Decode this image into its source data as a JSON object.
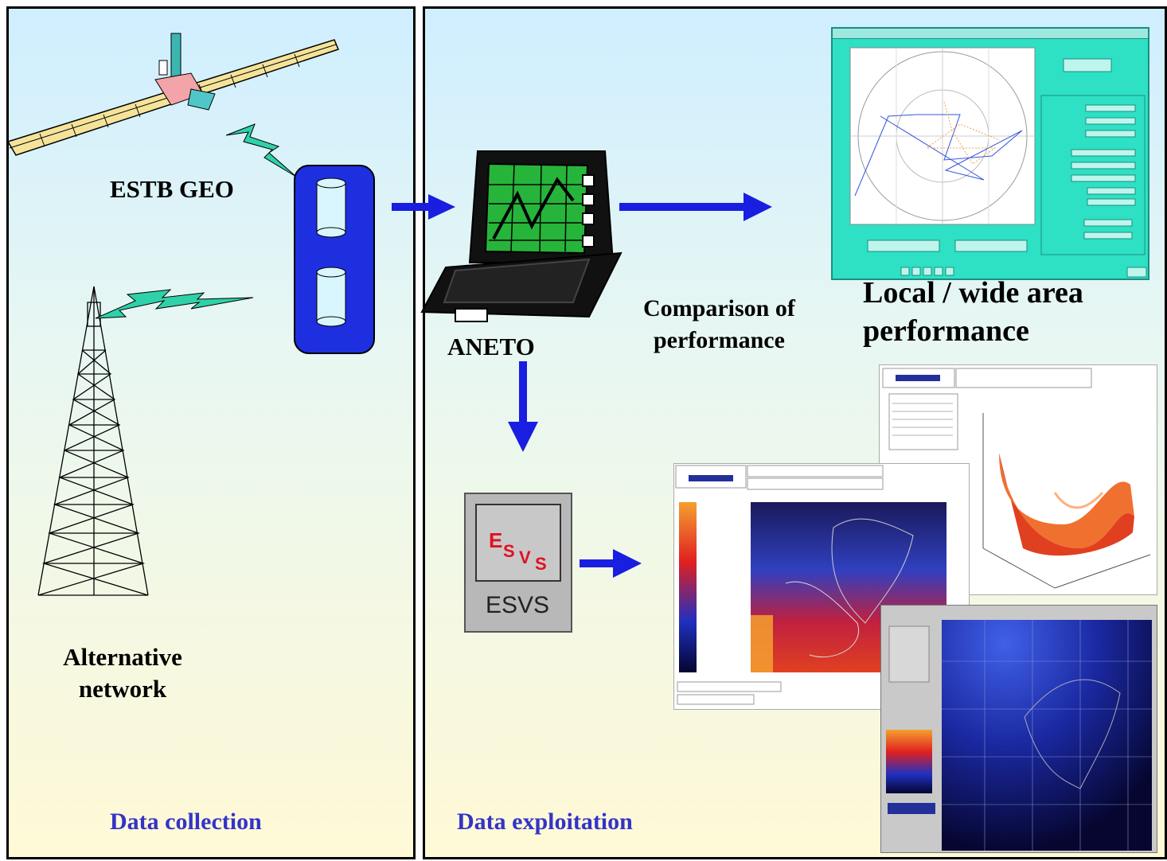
{
  "left_panel": {
    "satellite_label": "ESTB GEO",
    "network_label": "Alternative\nnetwork",
    "section_title": "Data collection"
  },
  "right_panel": {
    "workstation_label": "ANETO",
    "comparison_label": "Comparison of\nperformance",
    "performance_label": "Local / wide area\nperformance",
    "esvs_badge_top": "ESVS",
    "esvs_badge_bottom": "ESVS",
    "section_title": "Data exploitation"
  },
  "colors": {
    "arrow": "#1a1ee0",
    "section_title": "#3433c8",
    "database_fill": "#1e2fe0",
    "lightning": "#2fd1a8",
    "teal_window": "#2ee0c4"
  }
}
